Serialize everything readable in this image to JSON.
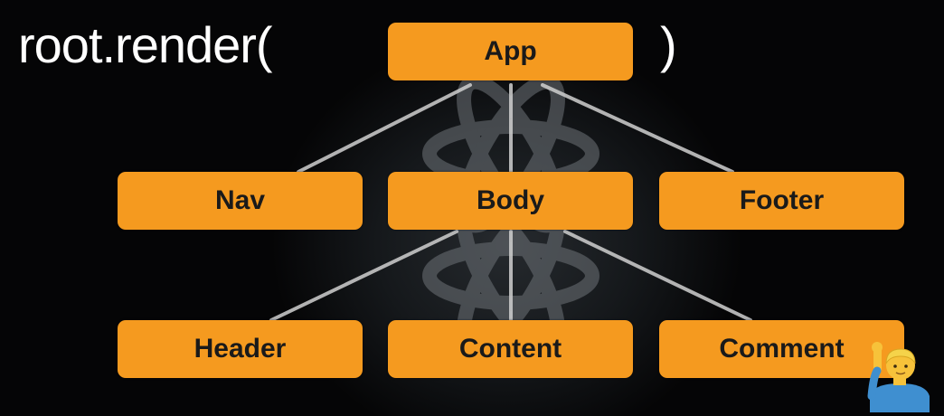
{
  "code": {
    "open": "root.render(",
    "close": ")"
  },
  "nodes": {
    "app": "App",
    "nav": "Nav",
    "body": "Body",
    "footer": "Footer",
    "header": "Header",
    "content": "Content",
    "comment": "Comment"
  },
  "edges": [
    [
      "App",
      "Nav"
    ],
    [
      "App",
      "Body"
    ],
    [
      "App",
      "Footer"
    ],
    [
      "Body",
      "Header"
    ],
    [
      "Body",
      "Content"
    ],
    [
      "Body",
      "Comment"
    ]
  ],
  "colors": {
    "node_fill": "#f59a1f",
    "node_text": "#1a1a1a",
    "edge": "#d0d0d0",
    "background": "#050506",
    "code_text": "#ffffff"
  },
  "icons": {
    "background_logo": "react-logo-icon",
    "corner_emoji": "person-raising-hand-icon"
  }
}
